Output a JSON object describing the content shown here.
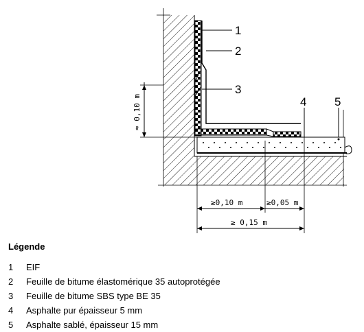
{
  "diagram": {
    "callouts": [
      "1",
      "2",
      "3",
      "4",
      "5"
    ],
    "dimensions": {
      "height": "≈ 0,10 m",
      "horizontal_a": "≥0,10 m",
      "horizontal_b": "≥0,05 m",
      "horizontal_total": "≥ 0,15 m"
    }
  },
  "legend": {
    "title": "Légende",
    "items": [
      {
        "num": "1",
        "text": "EIF"
      },
      {
        "num": "2",
        "text": "Feuille de bitume élastomérique 35 autoprotégée"
      },
      {
        "num": "3",
        "text": "Feuille de bitume SBS type BE 35"
      },
      {
        "num": "4",
        "text": "Asphalte pur épaisseur 5 mm"
      },
      {
        "num": "5",
        "text": "Asphalte sablé, épaisseur 15 mm"
      }
    ]
  }
}
